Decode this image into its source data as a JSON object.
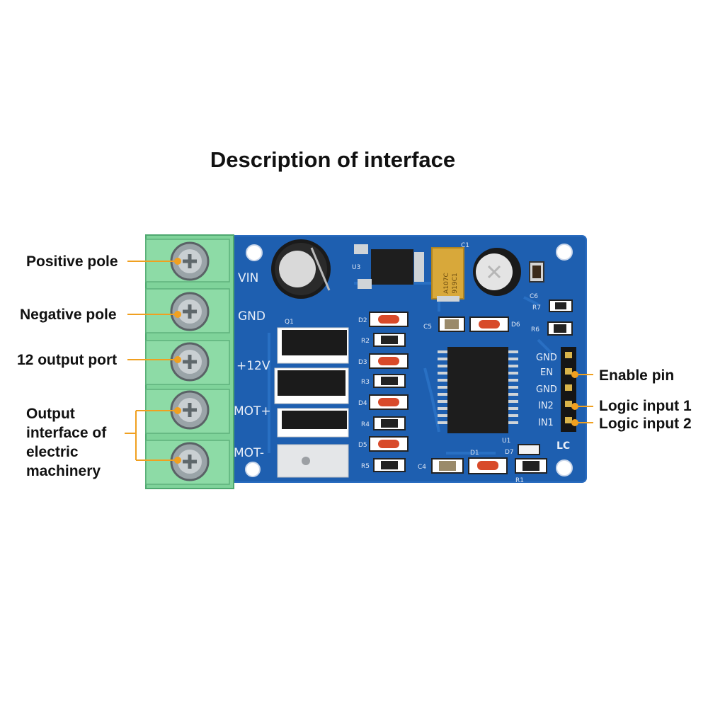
{
  "title": "Description of interface",
  "left_labels": {
    "positive": "Positive pole",
    "negative": "Negative pole",
    "output12": "12 output port",
    "motor_line1": "Output",
    "motor_line2": "interface of",
    "motor_line3": "electric",
    "motor_line4": "machinery"
  },
  "right_labels": {
    "enable": "Enable pin",
    "logic1": "Logic input 1",
    "logic2": "Logic input 2"
  },
  "board_silk": {
    "vin": "VIN",
    "gnd": "GND",
    "v12": "+12V",
    "motp": "MOT+",
    "motm": "MOT-",
    "hdr_gnd1": "GND",
    "hdr_en": "EN",
    "hdr_gnd2": "GND",
    "hdr_in2": "IN2",
    "hdr_in1": "IN1",
    "logo": "LC"
  },
  "board_refs": {
    "c1": "C1",
    "u3": "U3",
    "c6": "C6",
    "r7": "R7",
    "r6": "R6",
    "d6": "D6",
    "c5": "C5",
    "d2": "D2",
    "r2": "R2",
    "d3": "D3",
    "r3": "R3",
    "d4": "D4",
    "r4": "R4",
    "d5": "D5",
    "r5": "R5",
    "q1": "Q1",
    "u1": "U1",
    "d1": "D1",
    "d7": "D7",
    "c4": "C4",
    "r1": "R1"
  },
  "component_marks": {
    "tantalum1": "A107C",
    "tantalum2": "919C1"
  },
  "colors": {
    "board": "#1e5fb0",
    "terminal": "#7fd39a",
    "callout": "#f0a020",
    "text": "#111111"
  }
}
